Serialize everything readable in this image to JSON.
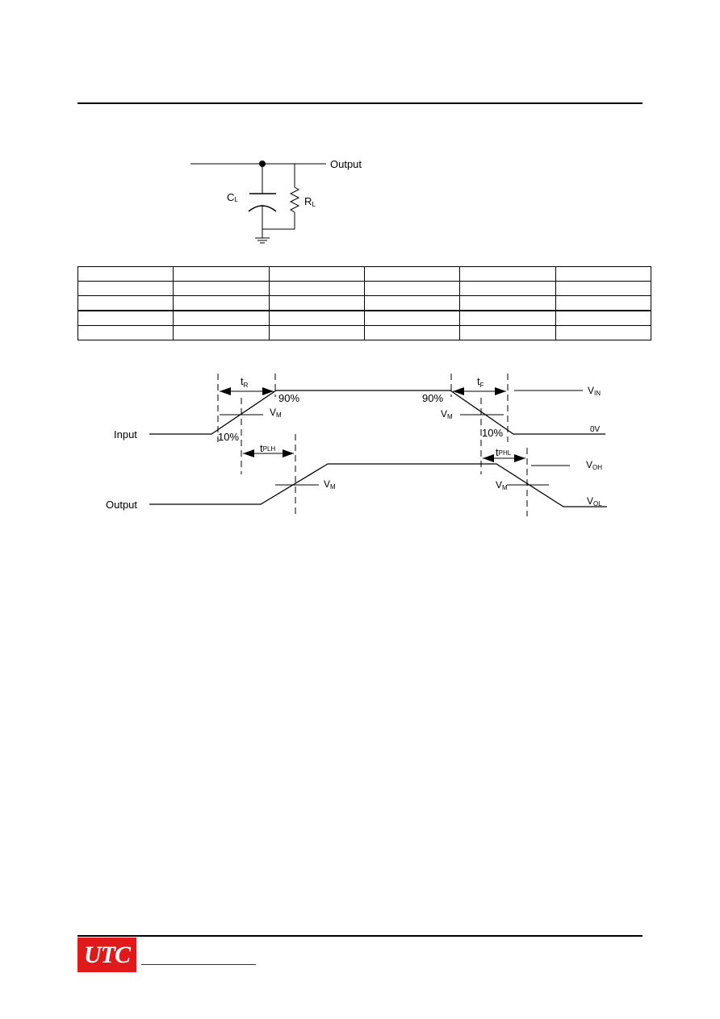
{
  "circuit": {
    "output_label": "Output",
    "capacitor_label": "C",
    "capacitor_sub": "L",
    "resistor_label": "R",
    "resistor_sub": "L"
  },
  "table": {
    "rows": [
      [
        "",
        "",
        "",
        "",
        "",
        ""
      ],
      [
        "",
        "",
        "",
        "",
        "",
        ""
      ],
      [
        "",
        "",
        "",
        "",
        "",
        ""
      ],
      [
        "",
        "",
        "",
        "",
        "",
        ""
      ],
      [
        "",
        "",
        "",
        "",
        "",
        ""
      ]
    ]
  },
  "waveform": {
    "input_label": "Input",
    "output_label": "Output",
    "tr": {
      "main": "t",
      "sub": "R"
    },
    "tf": {
      "main": "t",
      "sub": "F"
    },
    "tplh": {
      "main": "t",
      "sub": "PLH"
    },
    "tphl": {
      "main": "t",
      "sub": "PHL"
    },
    "pct90": "90%",
    "pct10": "10%",
    "vm": {
      "main": "V",
      "sub": "M"
    },
    "vin": {
      "main": "V",
      "sub": "IN"
    },
    "zero_v": "0V",
    "voh": {
      "main": "V",
      "sub": "OH"
    },
    "vol": {
      "main": "V",
      "sub": "OL"
    }
  },
  "footer": {
    "logo_text": "UTC",
    "link_text": ""
  }
}
